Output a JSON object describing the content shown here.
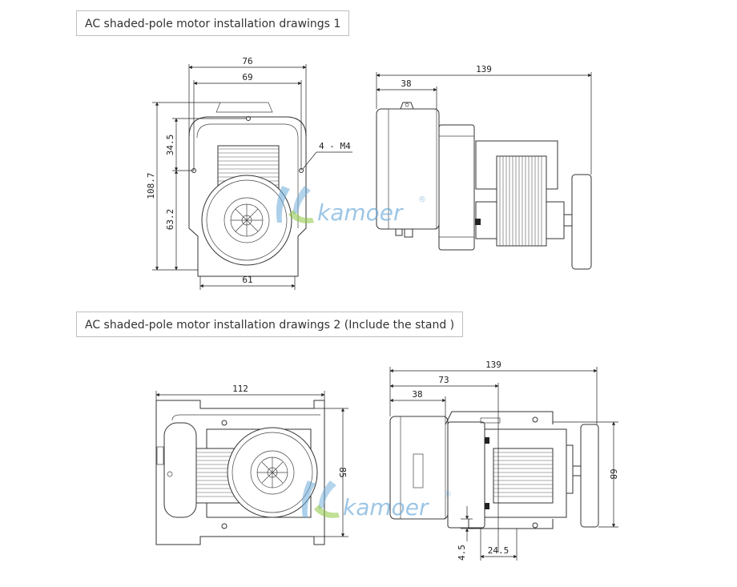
{
  "captions": {
    "drawing1": "AC shaded-pole motor installation drawings 1",
    "drawing2": "AC shaded-pole motor installation drawings 2 (Include the stand )"
  },
  "drawing1": {
    "front": {
      "width_outer": "76",
      "width_inner": "69",
      "height_total": "108.7",
      "upper": "34.5",
      "lower": "63.2",
      "bottom_width": "61",
      "holes": "4 - M4"
    },
    "side": {
      "total": "139",
      "part": "38"
    }
  },
  "drawing2": {
    "front": {
      "width": "112",
      "height": "85"
    },
    "side": {
      "total": "139",
      "mid": "73",
      "part": "38",
      "height": "68",
      "foot_h": "4.5",
      "foot_w": "24.5"
    }
  },
  "watermark": {
    "text": "kamoer",
    "mark": "®"
  },
  "colors": {
    "logo": "#6aa9d9",
    "line": "#333333"
  }
}
